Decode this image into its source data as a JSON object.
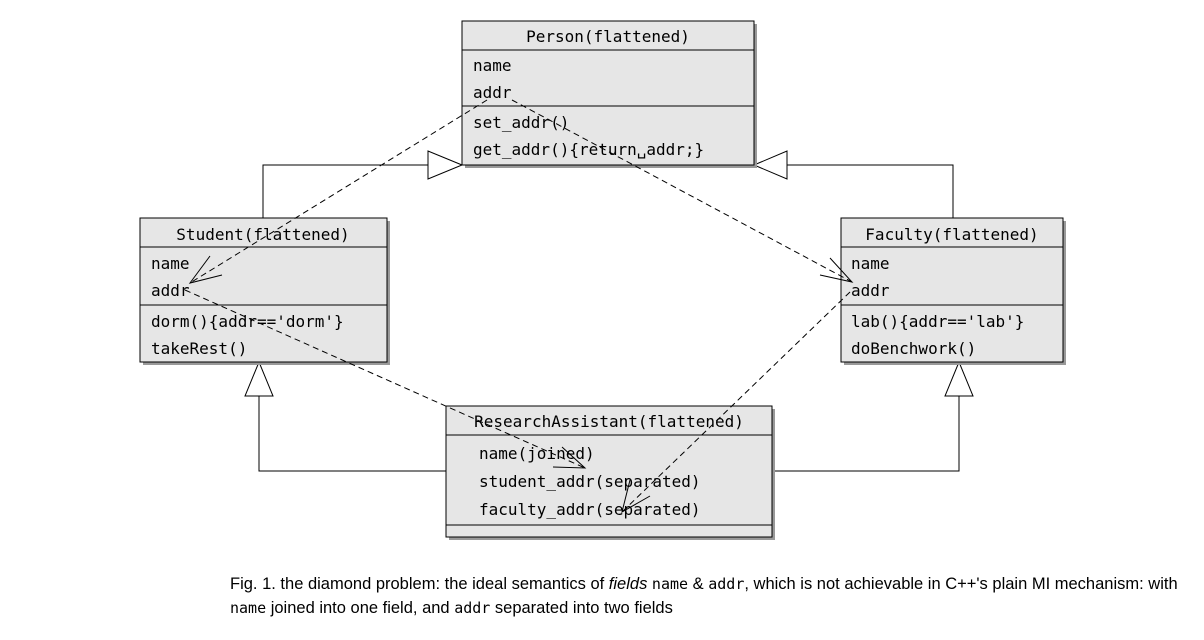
{
  "classes": {
    "person": {
      "title": "Person(flattened)",
      "fields": [
        "name",
        "addr"
      ],
      "methods": [
        "set_addr()",
        "get_addr(){return␣addr;}"
      ]
    },
    "student": {
      "title": "Student(flattened)",
      "fields": [
        "name",
        "addr"
      ],
      "methods": [
        "dorm(){addr=='dorm'}",
        "takeRest()"
      ]
    },
    "faculty": {
      "title": "Faculty(flattened)",
      "fields": [
        "name",
        "addr"
      ],
      "methods": [
        "lab(){addr=='lab'}",
        "doBenchwork()"
      ]
    },
    "research_assistant": {
      "title": "ResearchAssistant(flattened)",
      "fields": [
        "name(joined)",
        "student_addr(separated)",
        "faculty_addr(separated)"
      ],
      "methods": []
    }
  },
  "caption": {
    "p1": "Fig. 1. the diamond problem: the ideal semantics of ",
    "fields_word": "fields",
    "sp1": " ",
    "name_code": "name",
    "amp": " & ",
    "addr_code": "addr",
    "p2": ", which is not achievable in C++'s plain MI mechanism: with ",
    "name_code2": "name",
    "p3": " joined into one field, and ",
    "addr_code2": "addr",
    "p4": " separated into two fields"
  },
  "colors": {
    "box_fill": "#e6e6e6",
    "shadow": "#999999",
    "stroke": "#000000"
  }
}
